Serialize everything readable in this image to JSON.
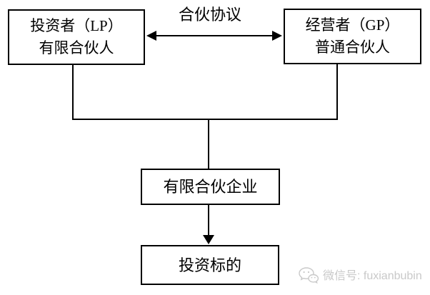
{
  "diagram": {
    "type": "flowchart",
    "background_color": "#ffffff",
    "line_color": "#000000",
    "agreement_label": "合伙协议",
    "nodes": {
      "investor": {
        "line1": "投资者（LP）",
        "line2": "有限合伙人"
      },
      "operator": {
        "line1": "经营者（GP）",
        "line2": "普通合伙人"
      },
      "partnership": {
        "label": "有限合伙企业"
      },
      "target": {
        "label": "投资标的"
      }
    },
    "edges": [
      {
        "from": "investor",
        "to": "operator",
        "style": "double-arrow",
        "label": "合伙协议"
      },
      {
        "from": "investor+operator",
        "to": "partnership",
        "style": "elbow-line"
      },
      {
        "from": "partnership",
        "to": "target",
        "style": "arrow-down"
      }
    ]
  },
  "watermark": {
    "icon": "wechat-icon",
    "text": "微信号: fuxianbubin",
    "color": "#c9c9c9"
  }
}
